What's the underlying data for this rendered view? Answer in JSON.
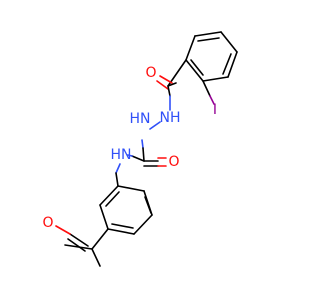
{
  "structure": {
    "atoms": {
      "O1": "O",
      "NH1": "NH",
      "HN1": "HN",
      "I1": "I",
      "HN2": "HN",
      "O2": "O",
      "O3": "O"
    }
  },
  "colors": {
    "bond": "#000000",
    "oxygen": "#ff0d0d",
    "nitrogen": "#3050f8",
    "iodine": "#940094"
  }
}
